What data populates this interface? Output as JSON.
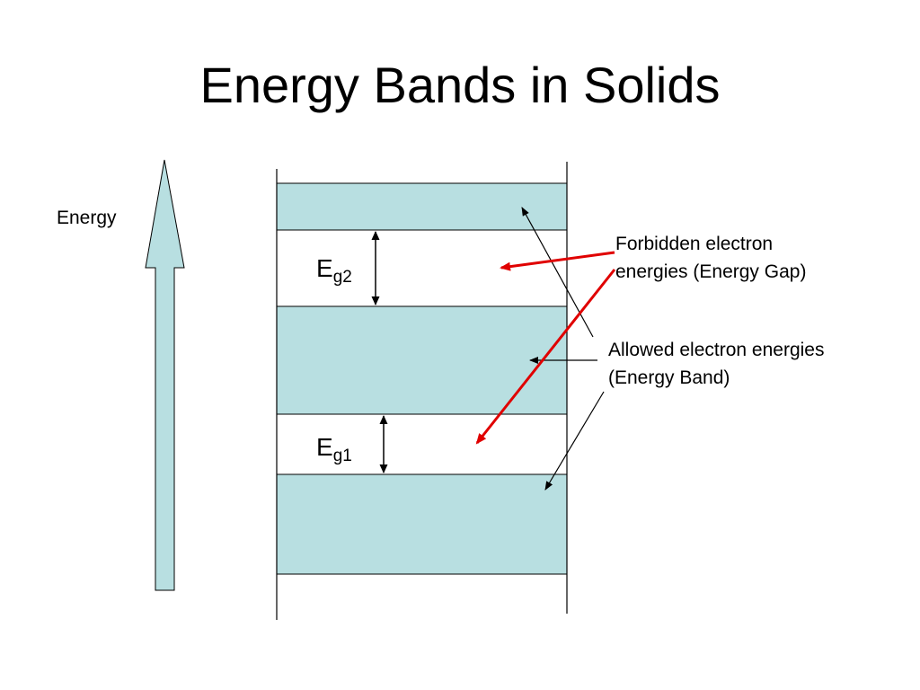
{
  "title": "Energy Bands in Solids",
  "energy_axis_label": "Energy",
  "gap_labels": [
    {
      "symbol": "E",
      "subscript": "g2"
    },
    {
      "symbol": "E",
      "subscript": "g1"
    }
  ],
  "callouts": {
    "forbidden": {
      "line1": "Forbidden electron",
      "line2": "energies (Energy Gap)"
    },
    "allowed": {
      "line1": "Allowed electron energies",
      "line2": "(Energy Band)"
    }
  },
  "colors": {
    "band_fill": "#b8dfe1",
    "arrow_fill": "#b8dfe1",
    "outline": "#000000",
    "forbidden_arrow": "#e00000",
    "background": "#ffffff"
  }
}
